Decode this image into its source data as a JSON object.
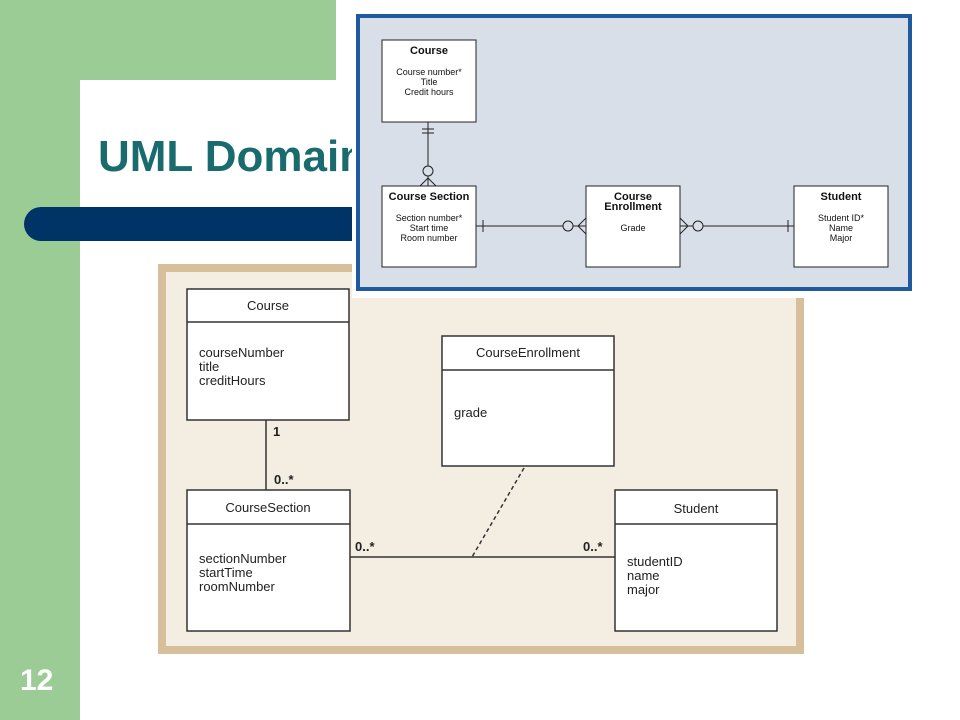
{
  "slide": {
    "title": "UML Domain Model Class Diagram",
    "page_number": "12"
  },
  "uml": {
    "course": {
      "name": "Course",
      "attributes": [
        "courseNumber",
        "title",
        "creditHours"
      ]
    },
    "course_section": {
      "name": "CourseSection",
      "attributes": [
        "sectionNumber",
        "startTime",
        "roomNumber"
      ]
    },
    "course_enrollment": {
      "name": "CourseEnrollment",
      "attributes": [
        "grade"
      ]
    },
    "student": {
      "name": "Student",
      "attributes": [
        "studentID",
        "name",
        "major"
      ]
    },
    "multiplicities": {
      "course_end": "1",
      "section_top": "0..*",
      "section_right": "0..*",
      "student_left": "0..*"
    }
  },
  "erd": {
    "course": {
      "name": "Course",
      "attributes": [
        "Course number*",
        "Title",
        "Credit hours"
      ]
    },
    "course_section": {
      "name": "Course Section",
      "attributes": [
        "Section number*",
        "Start time",
        "Room number"
      ]
    },
    "course_enrollment": {
      "name_lines": [
        "Course",
        "Enrollment"
      ],
      "attributes": [
        "Grade"
      ]
    },
    "student": {
      "name": "Student",
      "attributes": [
        "Student ID*",
        "Name",
        "Major"
      ]
    }
  },
  "colors": {
    "green_band": "#9ccc96",
    "title_bar": "#003366",
    "title_text": "#1a6b6e",
    "uml_frame": "#d8bf9b",
    "uml_background": "#f3ede2",
    "erd_border": "#1f5a9e",
    "erd_background": "#d8dfe8"
  }
}
